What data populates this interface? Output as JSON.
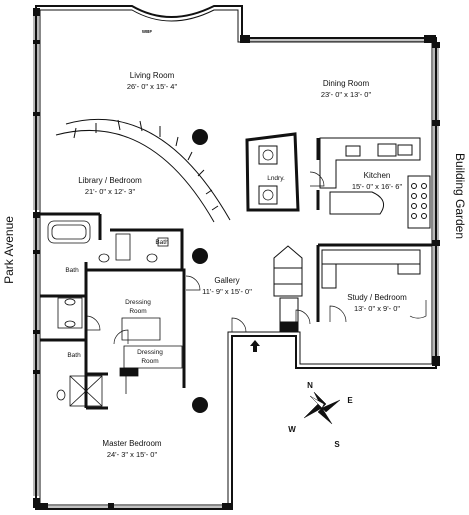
{
  "streets": {
    "left": "Park Avenue",
    "right": "Building Garden"
  },
  "rooms": [
    {
      "key": "living",
      "name": "Living Room",
      "dims": "26'- 0\" x 15'- 4\""
    },
    {
      "key": "dining",
      "name": "Dining Room",
      "dims": "23'- 0\" x 13'- 0\""
    },
    {
      "key": "library",
      "name": "Library / Bedroom",
      "dims": "21'- 0\" x 12'- 3\""
    },
    {
      "key": "kitchen",
      "name": "Kitchen",
      "dims": "15'- 0\" x 16'- 6\""
    },
    {
      "key": "gallery",
      "name": "Gallery",
      "dims": "11'- 9\" x 15'- 0\""
    },
    {
      "key": "study",
      "name": "Study / Bedroom",
      "dims": "13'- 0\" x 9'- 0\""
    },
    {
      "key": "master",
      "name": "Master Bedroom",
      "dims": "24'- 3\" x 15'- 0\""
    }
  ],
  "labels": {
    "wbf": "WBF",
    "lndry": "Lndry.",
    "bath1": "Bath",
    "bath2": "Bath",
    "bath3": "Bath",
    "dressing1": "Dressing Room",
    "dressing2": "Dressing Room"
  },
  "compass": {
    "n": "N",
    "s": "S",
    "e": "E",
    "w": "W"
  }
}
